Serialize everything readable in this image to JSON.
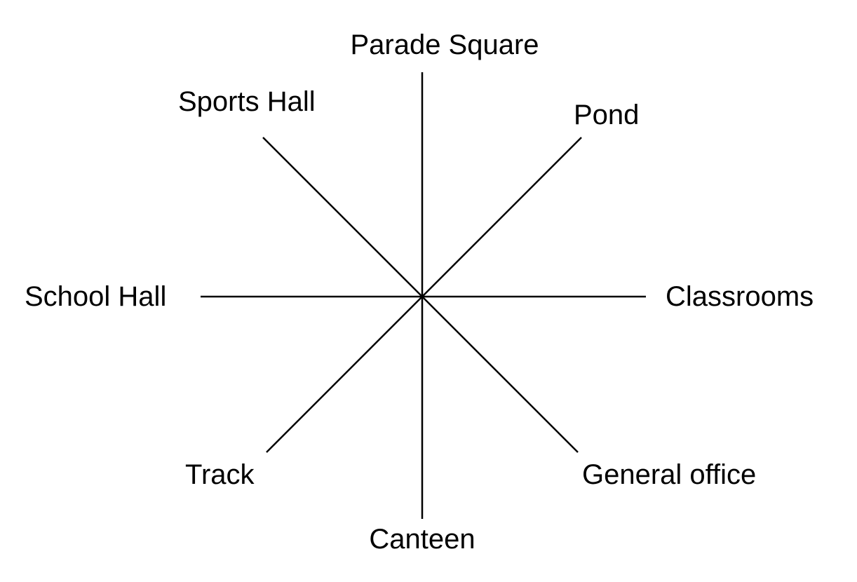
{
  "diagram": {
    "type": "compass-rose",
    "center_label": "",
    "line_color": "#000000",
    "text_color": "#000000",
    "directions": [
      {
        "direction": "N",
        "label": "Parade Square"
      },
      {
        "direction": "NE",
        "label": "Pond"
      },
      {
        "direction": "E",
        "label": "Classrooms"
      },
      {
        "direction": "SE",
        "label": "General office"
      },
      {
        "direction": "S",
        "label": "Canteen"
      },
      {
        "direction": "SW",
        "label": "Track"
      },
      {
        "direction": "W",
        "label": "School Hall"
      },
      {
        "direction": "NW",
        "label": "Sports Hall"
      }
    ]
  }
}
